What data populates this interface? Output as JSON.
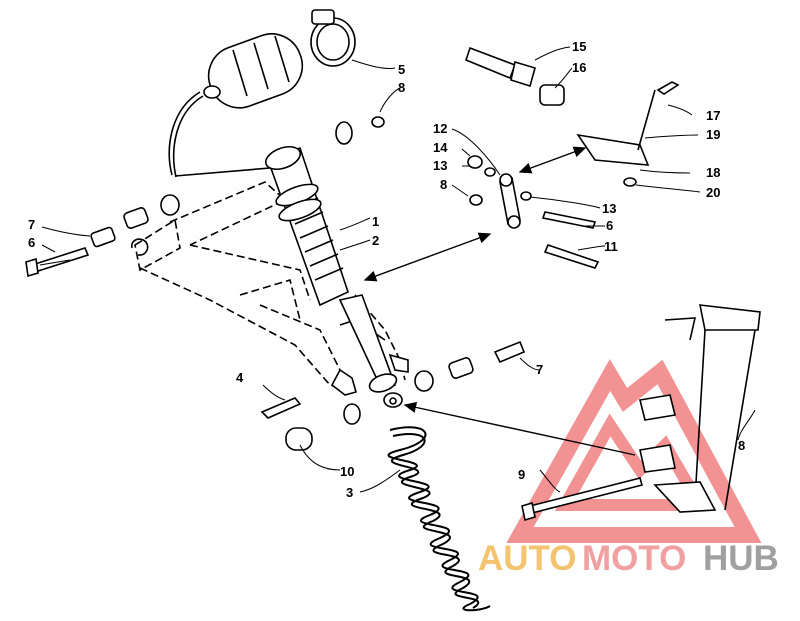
{
  "callouts": {
    "c1": "1",
    "c2": "2",
    "c3": "3",
    "c4": "4",
    "c5": "5",
    "c6a": "6",
    "c6b": "6",
    "c7a": "7",
    "c7b": "7",
    "c8a": "8",
    "c8b": "8",
    "c8c": "8",
    "c9": "9",
    "c10": "10",
    "c11": "11",
    "c12": "12",
    "c13a": "13",
    "c13b": "13",
    "c14": "14",
    "c15": "15",
    "c16": "16",
    "c17": "17",
    "c18": "18",
    "c19": "19",
    "c20": "20"
  },
  "watermark": {
    "part1": "AUTO",
    "part2": "MOTO",
    "part3": "HUB",
    "color_auto": "#f2c470",
    "color_moto": "#f0a0a0",
    "color_hub": "#a0a0a0",
    "logo_color": "#ee6e6e"
  }
}
